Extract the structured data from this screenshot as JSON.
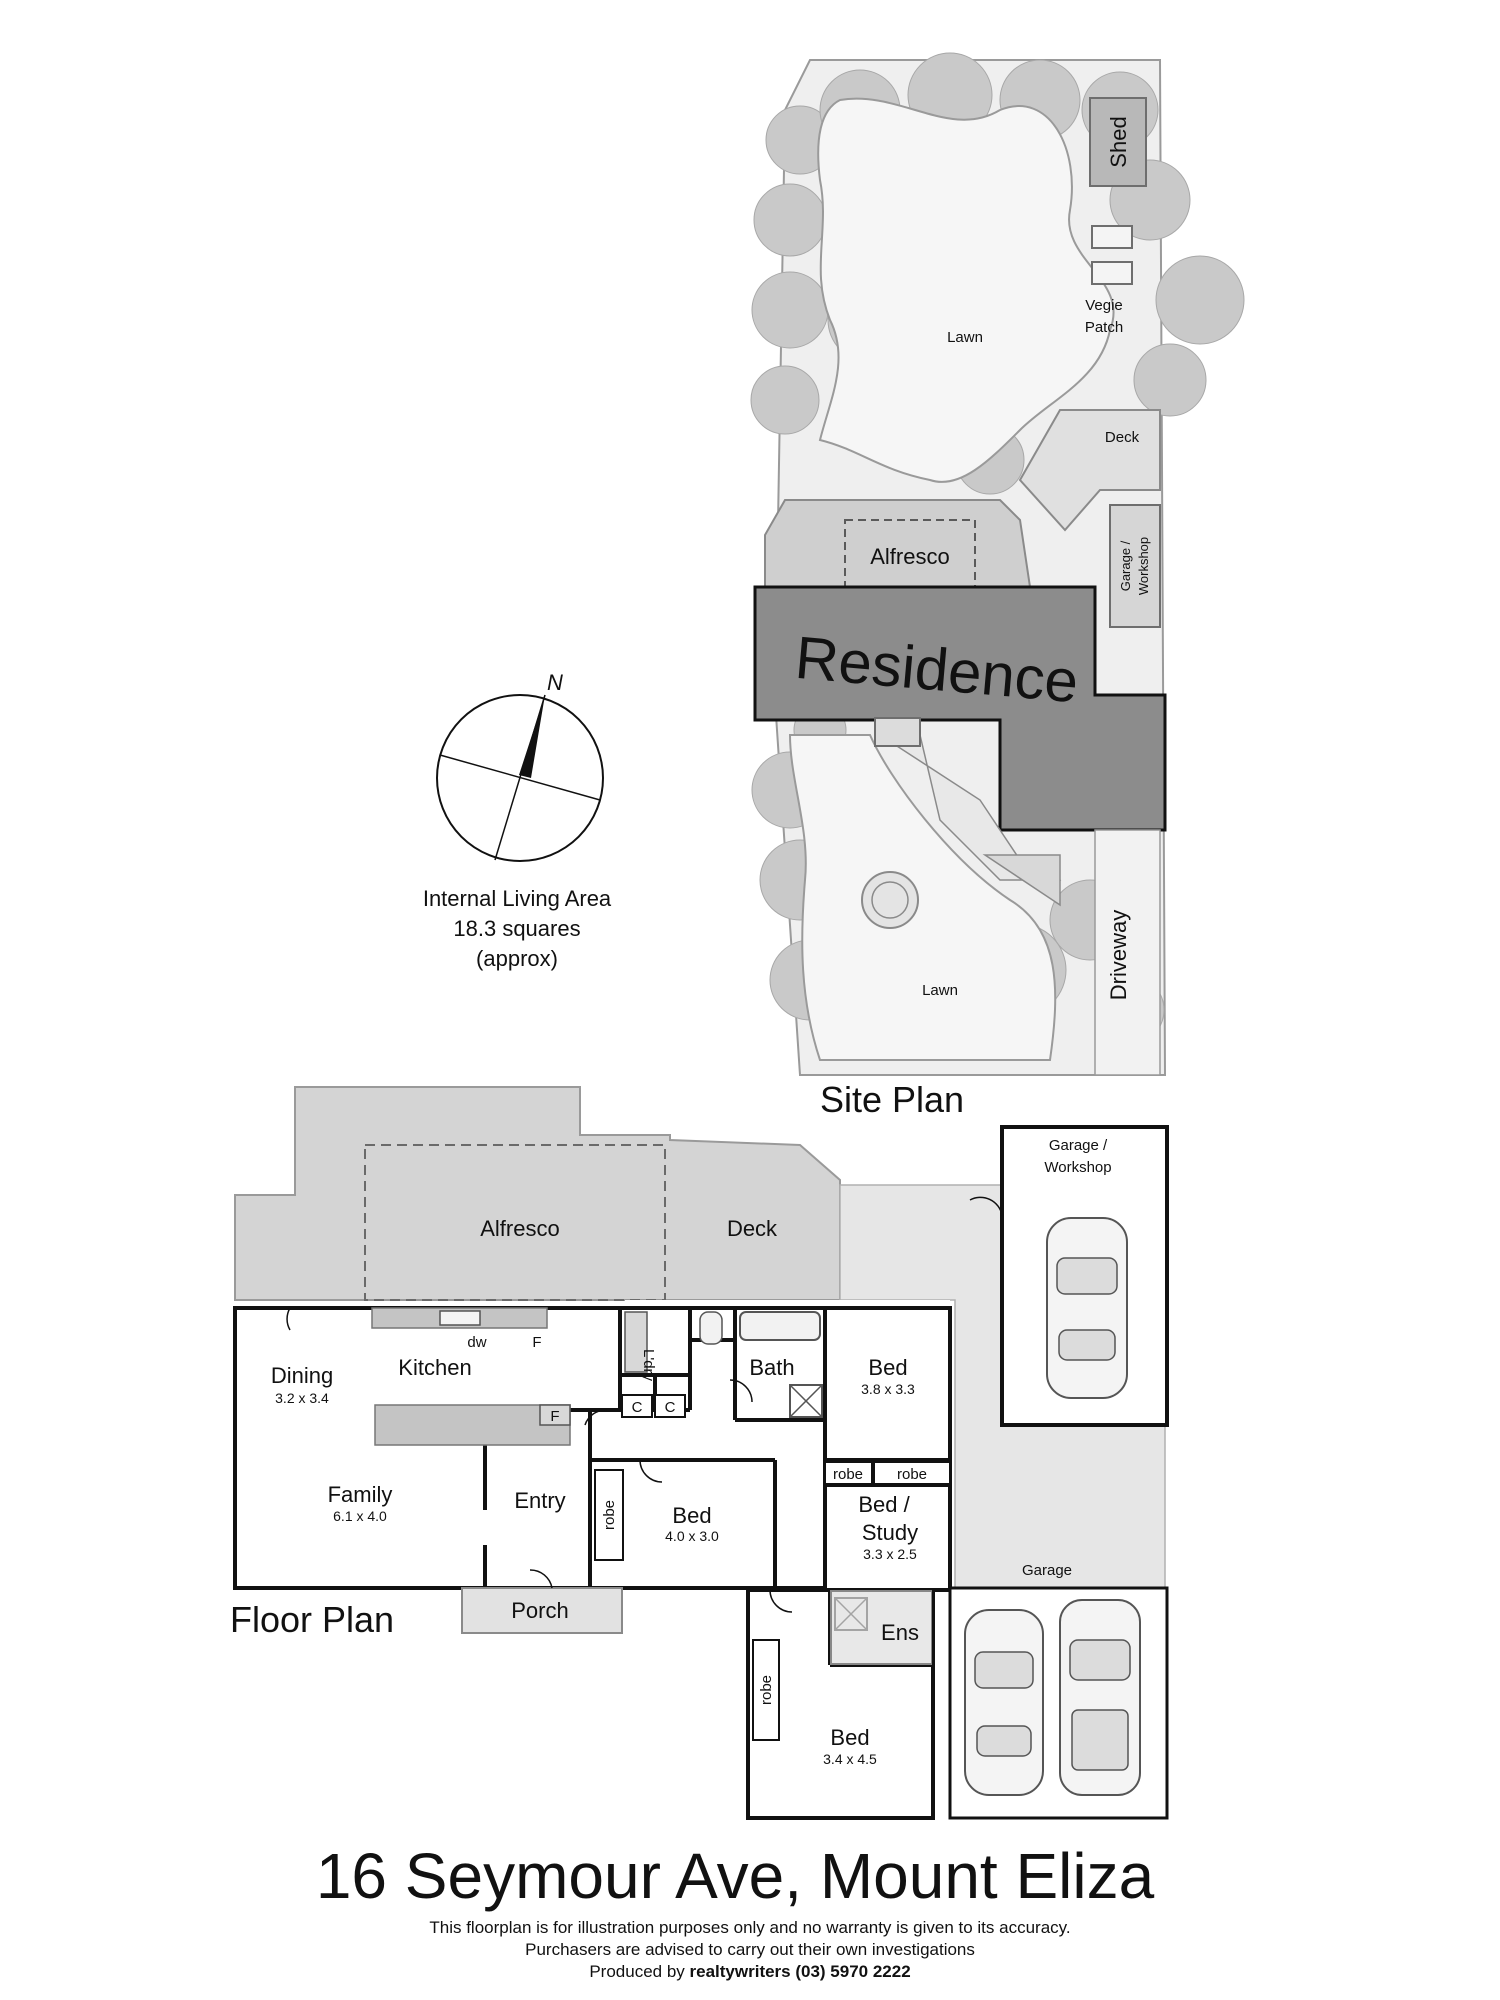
{
  "site_plan": {
    "title": "Site Plan",
    "residence": "Residence",
    "alfresco": "Alfresco",
    "lawn_rear": "Lawn",
    "lawn_front": "Lawn",
    "shed": "Shed",
    "vegie_line1": "Vegie",
    "vegie_line2": "Patch",
    "deck": "Deck",
    "garage_line1": "Garage /",
    "garage_line2": "Workshop",
    "driveway": "Driveway"
  },
  "compass": {
    "north": "N"
  },
  "living_area": {
    "line1": "Internal Living Area",
    "line2": "18.3 squares",
    "line3": "(approx)"
  },
  "floor_plan": {
    "title": "Floor  Plan",
    "rooms": {
      "alfresco": "Alfresco",
      "deck": "Deck",
      "garage_workshop_line1": "Garage /",
      "garage_workshop_line2": "Workshop",
      "dining": "Dining",
      "dining_dim": "3.2 x 3.4",
      "kitchen": "Kitchen",
      "dw": "dw",
      "fridge_top": "F",
      "fridge_bottom": "F",
      "laundry": "L'dry",
      "cupboard1": "C",
      "cupboard2": "C",
      "bath": "Bath",
      "bed1": "Bed",
      "bed1_dim": "3.8 x 3.3",
      "robe_a": "robe",
      "robe_b": "robe",
      "bed_study_line1": "Bed /",
      "bed_study_line2": "Study",
      "bed_study_dim": "3.3 x 2.5",
      "family": "Family",
      "family_dim": "6.1 x 4.0",
      "entry": "Entry",
      "robe_c": "robe",
      "bed2": "Bed",
      "bed2_dim": "4.0 x 3.0",
      "porch": "Porch",
      "ens": "Ens",
      "garage": "Garage",
      "robe_d": "robe",
      "bed3": "Bed",
      "bed3_dim": "3.4 x 4.5"
    }
  },
  "address": "16 Seymour Ave, Mount Eliza",
  "disclaimer": {
    "line1": "This floorplan is for illustration purposes only and no warranty is given to its accuracy.",
    "line2": "Purchasers are advised to carry out their own investigations",
    "line3_prefix": "Produced by ",
    "line3_brand": "realtywriters (03) 5970 2222"
  },
  "colors": {
    "residence": "#8c8c8c",
    "deck_fill": "#d4d4d4",
    "garage_fill": "#e6e6e6",
    "tree": "#c9c9c9",
    "wall": "#111111",
    "bench": "#c4c4c4"
  }
}
